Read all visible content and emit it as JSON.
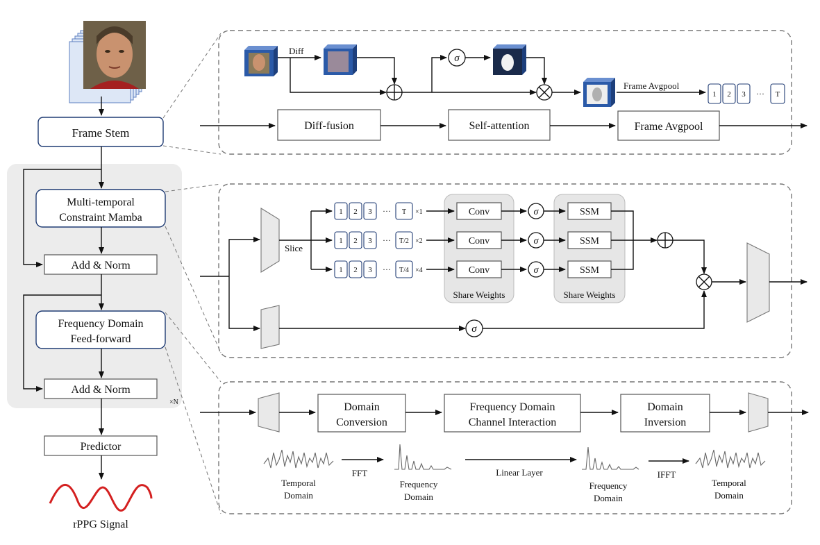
{
  "left_column": {
    "frame_stem": "Frame Stem",
    "mtcm": [
      "Multi-temporal",
      "Constraint Mamba"
    ],
    "add_norm_1": "Add & Norm",
    "fdff": [
      "Frequency Domain",
      "Feed-forward"
    ],
    "add_norm_2": "Add & Norm",
    "repeat": "×N",
    "predictor": "Predictor",
    "output": "rPPG Signal"
  },
  "top_panel": {
    "diff": "Diff",
    "sigma": "σ",
    "frame_avgpool_label": "Frame Avgpool",
    "tokens": [
      "1",
      "2",
      "3",
      "···",
      "T"
    ],
    "diff_fusion": "Diff-fusion",
    "self_attention": "Self-attention",
    "frame_avgpool": "Frame Avgpool"
  },
  "mid_panel": {
    "slice": "Slice",
    "rows": [
      {
        "tokens": [
          "1",
          "2",
          "3",
          "···",
          "T"
        ],
        "mult": "×1"
      },
      {
        "tokens": [
          "1",
          "2",
          "3",
          "···",
          "T/2"
        ],
        "mult": "×2"
      },
      {
        "tokens": [
          "1",
          "2",
          "3",
          "···",
          "T/4"
        ],
        "mult": "×4"
      }
    ],
    "conv": "Conv",
    "ssm": "SSM",
    "sigma": "σ",
    "share_weights_1": "Share Weights",
    "share_weights_2": "Share Weights"
  },
  "bottom_panel": {
    "domain_conversion": [
      "Domain",
      "Conversion"
    ],
    "fdci": [
      "Frequency Domain",
      "Channel Interaction"
    ],
    "domain_inversion": [
      "Domain",
      "Inversion"
    ],
    "temporal_domain_1": [
      "Temporal",
      "Domain"
    ],
    "fft": "FFT",
    "frequency_domain_1": [
      "Frequency",
      "Domain"
    ],
    "linear_layer": "Linear Layer",
    "frequency_domain_2": [
      "Frequency",
      "Domain"
    ],
    "ifft": "IFFT",
    "temporal_domain_2": [
      "Temporal",
      "Domain"
    ]
  },
  "colors": {
    "accent": "#1f3b73",
    "signal": "#d42020"
  }
}
